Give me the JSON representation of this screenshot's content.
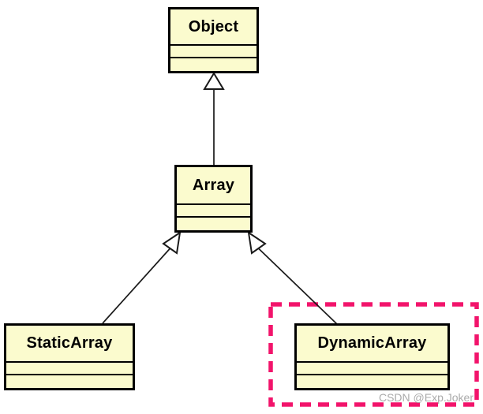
{
  "classes": [
    {
      "name": "Object"
    },
    {
      "name": "Array"
    },
    {
      "name": "StaticArray"
    },
    {
      "name": "DynamicArray"
    }
  ],
  "relationships": [
    {
      "child": "Array",
      "parent": "Object",
      "type": "generalization"
    },
    {
      "child": "StaticArray",
      "parent": "Array",
      "type": "generalization"
    },
    {
      "child": "DynamicArray",
      "parent": "Array",
      "type": "generalization"
    }
  ],
  "highlight": {
    "target": "DynamicArray",
    "style": "dashed-rectangle",
    "color": "#F2146B"
  },
  "colors": {
    "background": "#FFFFFF",
    "class_fill": "#FBFBCE",
    "class_border": "#000000",
    "connector": "#1A1A1A",
    "arrowhead_fill": "#FFFFFF",
    "watermark_text": "#ABABAB"
  },
  "watermark": {
    "text": "CSDN @Exp.Joker"
  }
}
